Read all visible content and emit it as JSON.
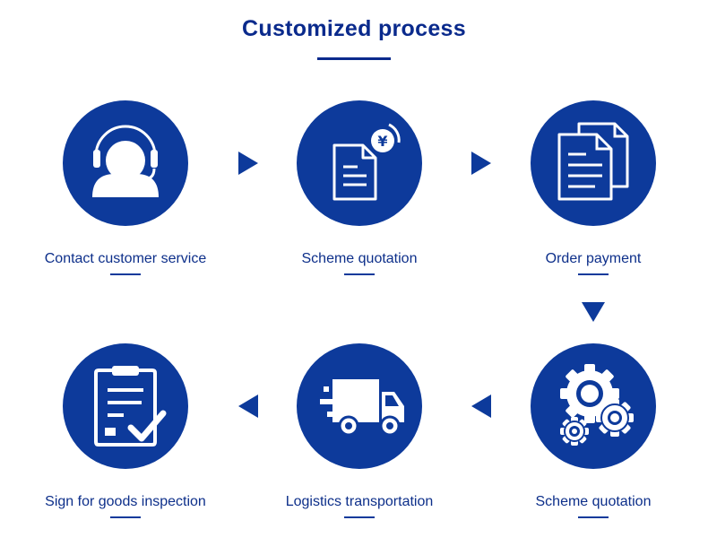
{
  "title": "Customized process",
  "colors": {
    "primary": "#0d3a9b",
    "title": "#0a2a8c",
    "background": "#ffffff"
  },
  "steps": [
    {
      "label": "Contact customer service",
      "icon": "customer-service-headset-icon"
    },
    {
      "label": "Scheme quotation",
      "icon": "quotation-document-yen-icon"
    },
    {
      "label": "Order payment",
      "icon": "documents-icon"
    },
    {
      "label": "Scheme quotation",
      "icon": "gears-icon"
    },
    {
      "label": "Logistics transportation",
      "icon": "delivery-truck-icon"
    },
    {
      "label": "Sign for goods inspection",
      "icon": "checklist-clipboard-icon"
    }
  ]
}
